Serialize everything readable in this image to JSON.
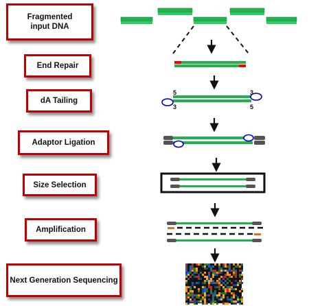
{
  "steps": [
    {
      "label": "Fragmented input DNA"
    },
    {
      "label": "End Repair"
    },
    {
      "label": "dA Tailing"
    },
    {
      "label": "Adaptor Ligation"
    },
    {
      "label": "Size Selection"
    },
    {
      "label": "Amplification"
    },
    {
      "label": "Next Generation Sequencing"
    }
  ],
  "strand_end_labels": {
    "five_prime": "5",
    "three_prime": "3"
  },
  "colors": {
    "box_border": "#c00000",
    "dna": "#22b14c",
    "repair_end": "#ff0000",
    "a_tail": "#0000cc",
    "adaptor": "#555555",
    "primer": "#e07020"
  }
}
